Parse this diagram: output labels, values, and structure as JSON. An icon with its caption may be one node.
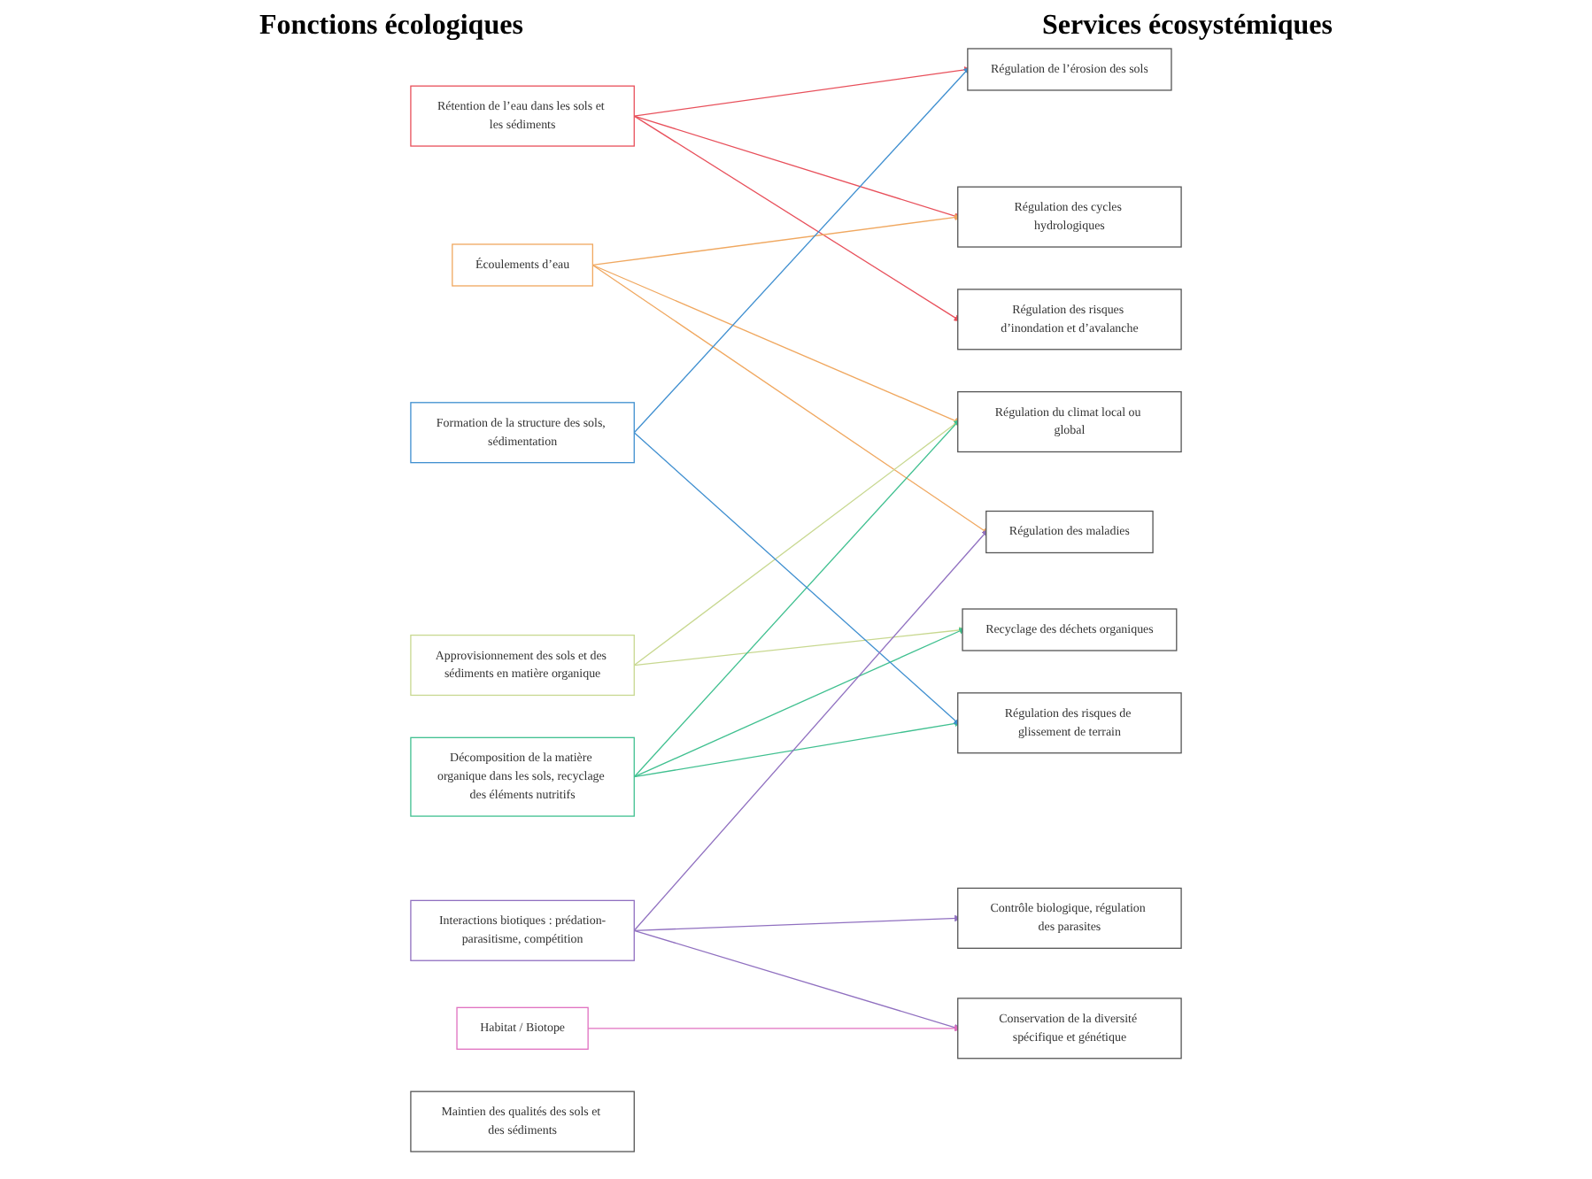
{
  "diagram": {
    "nodes": [
      {
        "text": [
          "Rétention de l’eau dans les sols et les sédiments"
        ]
      },
      {
        "text": [
          "Écoulements d’eau"
        ]
      },
      {
        "text": [
          "Approvisionnement des sols et des sédiments en matière organique"
        ]
      },
      {
        "text": [
          "Décomposition de la matière organique dans les sols, recyclage des éléments nutritifs"
        ]
      },
      {
        "text": [
          "Formation de la structure des sols, sédimentation"
        ]
      },
      {
        "text": [
          "Interactions biotiques : prédation-parasitisme, compétition"
        ]
      },
      {
        "text": [
          "Habitat / Biotope"
        ]
      },
      {
        "text": [
          "Régulation du climat local ou global"
        ]
      },
      {
        "text": [
          "Régulation de l’érosion des sols"
        ]
      },
      {
        "text": [
          "Régulation des cycles hydrologiques"
        ]
      },
      {
        "text": [
          "Régulation des risques d’inondation et d’avalanche"
        ]
      },
      {
        "text": [
          "Maintien des qualités des sols et des sédiments"
        ]
      },
      {
        "text": [
          "Recyclage des déchets organiques"
        ]
      },
      {
        "text": [
          "Régulation des risques de glissement de terrain"
        ]
      },
      {
        "text": [
          "Régulation des maladies"
        ]
      },
      {
        "text": [
          "Contrôle biologique, régulation des parasites"
        ]
      },
      {
        "text": [
          "Conservation de la diversité spécifique et génétique"
        ]
      }
    ],
    "edges": [
      {
        "from": 0,
        "to": 8,
        "arrow": "to",
        "color": "#e8505b"
      },
      {
        "from": 0,
        "to": 9,
        "arrow": "to",
        "color": "#e8505b"
      },
      {
        "from": 0,
        "to": 10,
        "arrow": "to",
        "color": "#e8505b"
      },
      {
        "from": 1,
        "to": 7,
        "arrow": "to",
        "color": "#f0a860"
      },
      {
        "from": 1,
        "to": 9,
        "arrow": "to",
        "color": "#f0a860"
      },
      {
        "from": 1,
        "to": 14,
        "arrow": "to",
        "color": "#f0a860"
      },
      {
        "from": 2,
        "to": 7,
        "arrow": "to",
        "color": "#c8d890"
      },
      {
        "from": 2,
        "to": 12,
        "arrow": "to",
        "color": "#c8d890"
      },
      {
        "from": 3,
        "to": 7,
        "arrow": "to",
        "color": "#40c090"
      },
      {
        "from": 3,
        "to": 12,
        "arrow": "to",
        "color": "#40c090"
      },
      {
        "from": 3,
        "to": 13,
        "arrow": "to",
        "color": "#40c090"
      },
      {
        "from": 4,
        "to": 8,
        "arrow": "to",
        "color": "#3f8fd0"
      },
      {
        "from": 4,
        "to": 13,
        "arrow": "to",
        "color": "#3f8fd0"
      },
      {
        "from": 5,
        "to": 14,
        "arrow": "to",
        "color": "#9070c0"
      },
      {
        "from": 5,
        "to": 15,
        "arrow": "to",
        "color": "#9070c0"
      },
      {
        "from": 5,
        "to": 16,
        "arrow": "to",
        "color": "#9070c0"
      },
      {
        "from": 6,
        "to": 16,
        "arrow": "to",
        "color": "#e070c0"
      }
    ],
    "labels": [
      "Fonctions écologiques",
      "Services écosystémiques"
    ]
  }
}
